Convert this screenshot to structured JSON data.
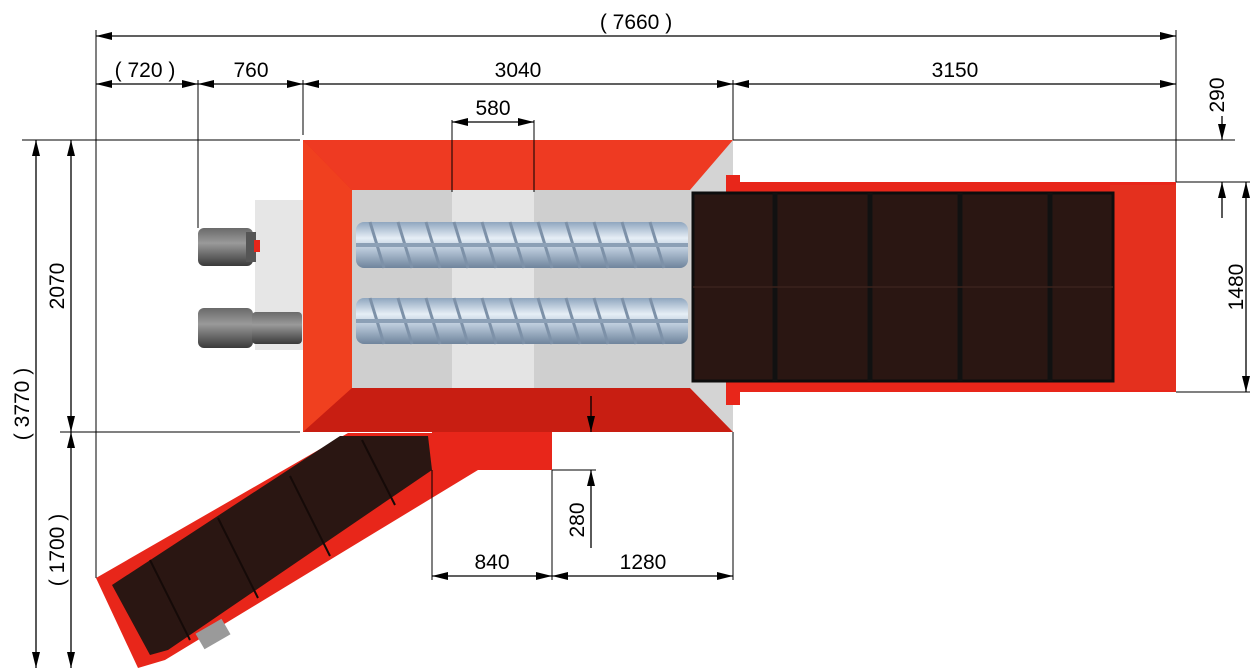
{
  "dimensions": {
    "overall_length": "( 7660 )",
    "left_a": "( 720 )",
    "left_b": "760",
    "hopper_length": "3040",
    "conveyor_length": "3150",
    "screw_width": "580",
    "top_offset": "290",
    "conveyor_height": "1480",
    "hopper_width": "2070",
    "overall_width": "( 3770 )",
    "side_conveyor_width": "( 1700 )",
    "offset_small": "280",
    "outlet_width": "840",
    "outlet_offset": "1280"
  },
  "colors": {
    "machine_red": "#e8261a",
    "dark_red": "#b81810",
    "belt_dark": "#2a1612",
    "screw_blue": "#b9c9da",
    "hopper_floor": "#cfcfcf"
  }
}
